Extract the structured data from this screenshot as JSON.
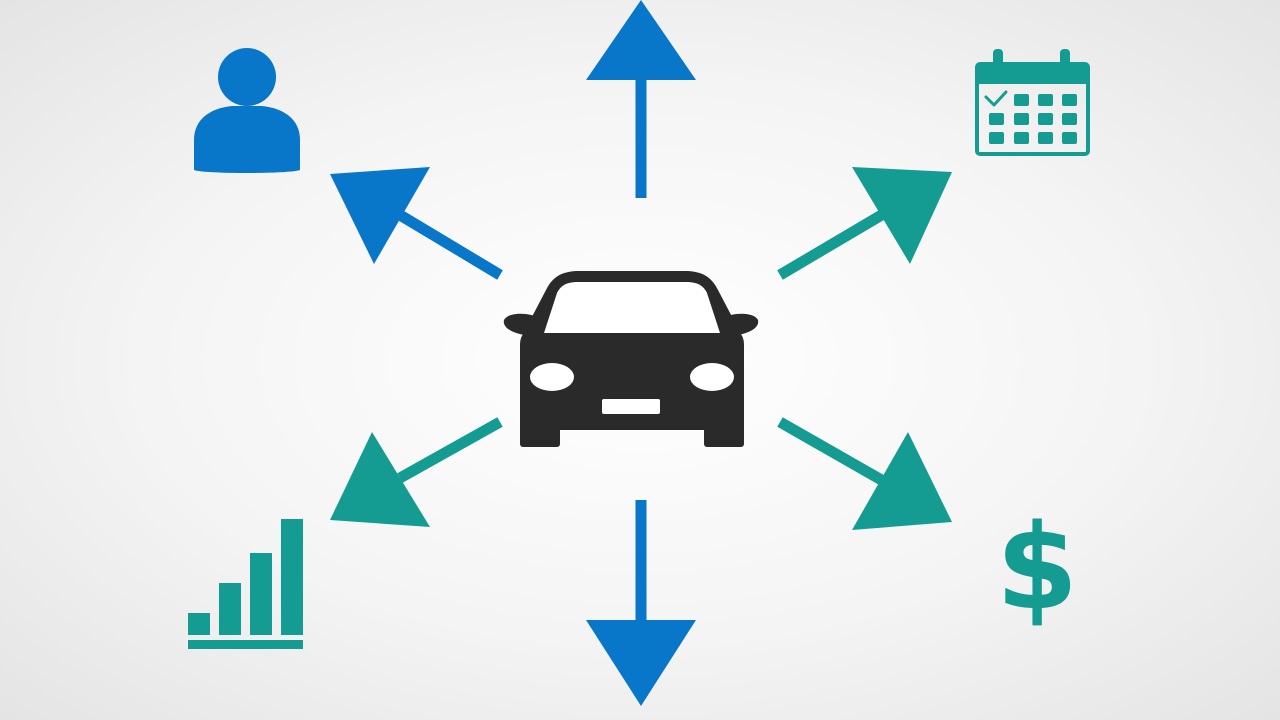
{
  "colors": {
    "blue": "#0877c9",
    "teal": "#159c92",
    "car": "#2a2a2a",
    "background": "#f2f2f2"
  },
  "hub": {
    "icon": "car-icon"
  },
  "spokes": [
    {
      "id": "top",
      "direction": "up",
      "color": "blue",
      "icon": null
    },
    {
      "id": "upper-left",
      "direction": "up-left",
      "color": "blue",
      "icon": "person-icon"
    },
    {
      "id": "upper-right",
      "direction": "up-right",
      "color": "teal",
      "icon": "calendar-icon"
    },
    {
      "id": "lower-left",
      "direction": "down-left",
      "color": "teal",
      "icon": "bar-chart-icon"
    },
    {
      "id": "lower-right",
      "direction": "down-right",
      "color": "teal",
      "icon": "dollar-icon"
    },
    {
      "id": "bottom",
      "direction": "down",
      "color": "blue",
      "icon": null
    }
  ],
  "dollar_symbol": "$"
}
